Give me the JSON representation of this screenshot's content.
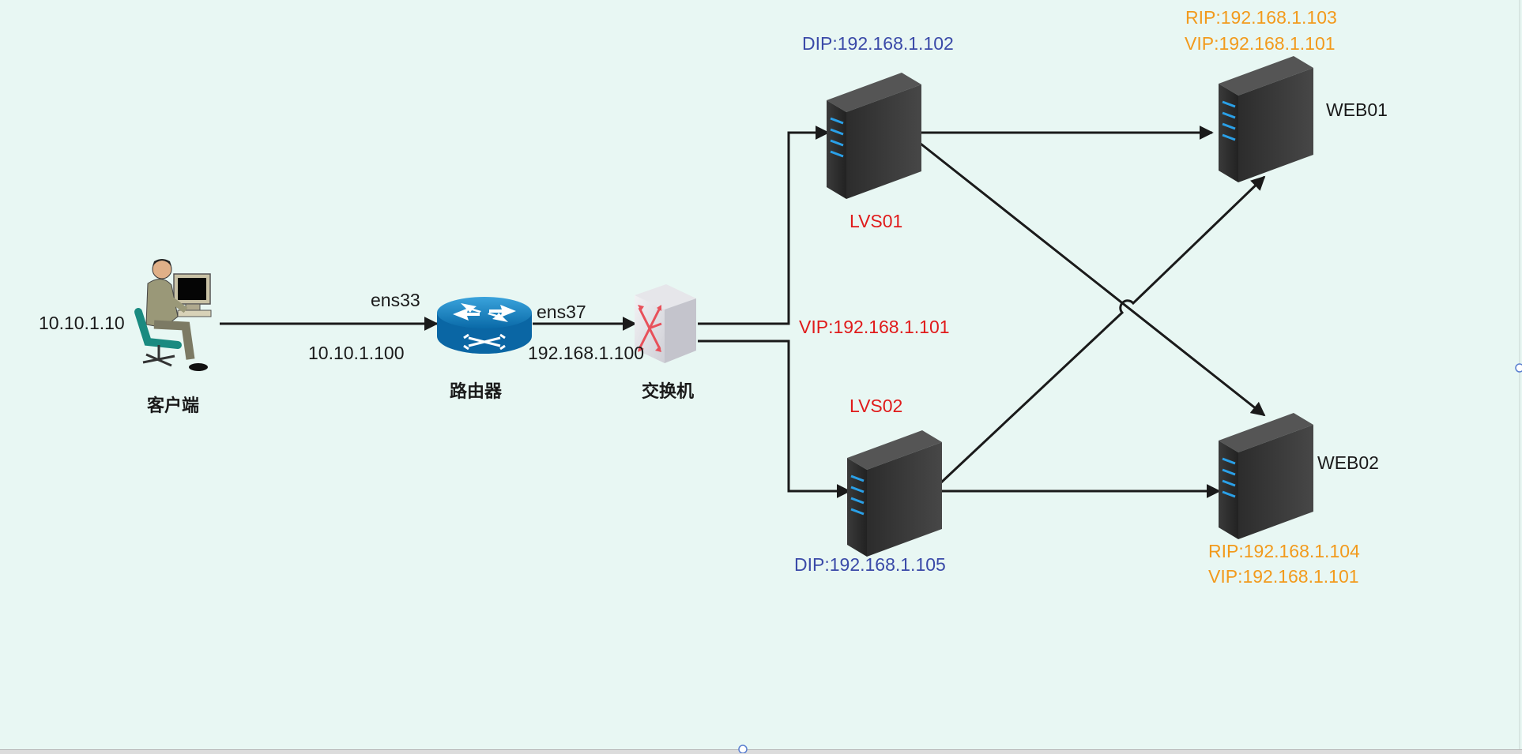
{
  "client": {
    "label": "客户端",
    "ip": "10.10.1.10"
  },
  "router": {
    "label": "路由器",
    "iface_in": "ens33",
    "ip_in": "10.10.1.100",
    "iface_out": "ens37",
    "ip_out": "192.168.1.100"
  },
  "switch": {
    "label": "交换机"
  },
  "lvs01": {
    "name": "LVS01",
    "dip": "DIP:192.168.1.102"
  },
  "lvs02": {
    "name": "LVS02",
    "dip": "DIP:192.168.1.105"
  },
  "vip": "VIP:192.168.1.101",
  "web01": {
    "name": "WEB01",
    "rip": "RIP:192.168.1.103",
    "vip": "VIP:192.168.1.101"
  },
  "web02": {
    "name": "WEB02",
    "rip": "RIP:192.168.1.104",
    "vip": "VIP:192.168.1.101"
  },
  "colors": {
    "dip": "#3a4aa8",
    "lvs": "#e01b1b",
    "rip_vip": "#f29a1c",
    "line": "#1a1a1a",
    "background": "#e8f7f3"
  }
}
